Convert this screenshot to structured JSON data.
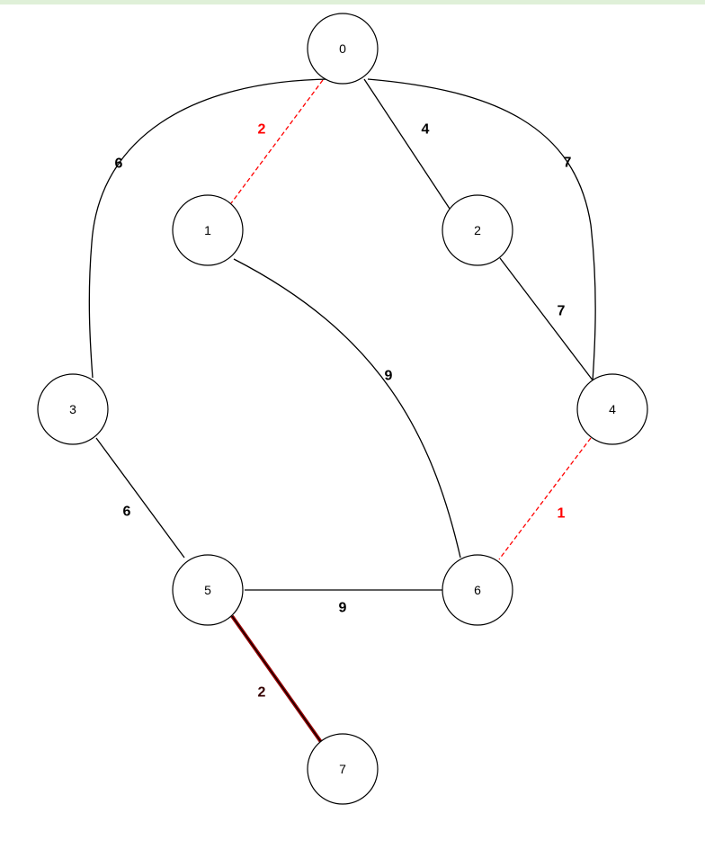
{
  "graph": {
    "colors": {
      "normal": "#000000",
      "dashed": "#ff0000",
      "bold": "#990000"
    },
    "nodes": [
      {
        "id": "0",
        "label": "0"
      },
      {
        "id": "1",
        "label": "1"
      },
      {
        "id": "2",
        "label": "2"
      },
      {
        "id": "3",
        "label": "3"
      },
      {
        "id": "4",
        "label": "4"
      },
      {
        "id": "5",
        "label": "5"
      },
      {
        "id": "6",
        "label": "6"
      },
      {
        "id": "7",
        "label": "7"
      }
    ],
    "edges": [
      {
        "source": "0",
        "target": "1",
        "weight": "2",
        "style": "dashed"
      },
      {
        "source": "0",
        "target": "2",
        "weight": "4",
        "style": "normal"
      },
      {
        "source": "0",
        "target": "3",
        "weight": "6",
        "style": "normal"
      },
      {
        "source": "0",
        "target": "4",
        "weight": "7",
        "style": "normal"
      },
      {
        "source": "1",
        "target": "6",
        "weight": "9",
        "style": "normal"
      },
      {
        "source": "2",
        "target": "4",
        "weight": "7",
        "style": "normal"
      },
      {
        "source": "3",
        "target": "5",
        "weight": "6",
        "style": "normal"
      },
      {
        "source": "4",
        "target": "6",
        "weight": "1",
        "style": "dashed"
      },
      {
        "source": "5",
        "target": "6",
        "weight": "9",
        "style": "normal"
      },
      {
        "source": "5",
        "target": "7",
        "weight": "2",
        "style": "bold"
      }
    ]
  }
}
